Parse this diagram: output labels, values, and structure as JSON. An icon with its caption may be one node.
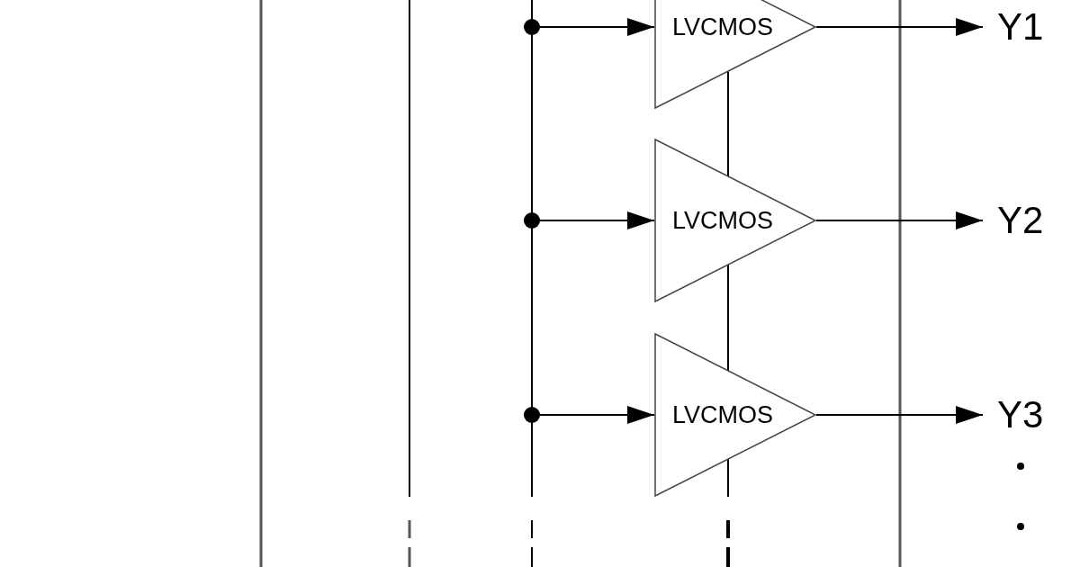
{
  "diagram": {
    "nodes": [
      {
        "text": [
          "LVCMOS"
        ]
      },
      {
        "text": [
          "LVCMOS"
        ]
      },
      {
        "text": [
          "LVCMOS"
        ]
      },
      {
        "text": [
          "Y1"
        ]
      },
      {
        "text": [
          "Y2"
        ]
      },
      {
        "text": [
          "Y3"
        ]
      }
    ],
    "edges": [
      {
        "from": null,
        "to": 0,
        "arrow": "to"
      },
      {
        "from": null,
        "to": 1,
        "arrow": "to"
      },
      {
        "from": null,
        "to": 2,
        "arrow": "to"
      },
      {
        "from": 0,
        "to": 3,
        "arrow": "to"
      },
      {
        "from": 1,
        "to": 4,
        "arrow": "to"
      },
      {
        "from": 2,
        "to": 5,
        "arrow": "to"
      }
    ]
  }
}
